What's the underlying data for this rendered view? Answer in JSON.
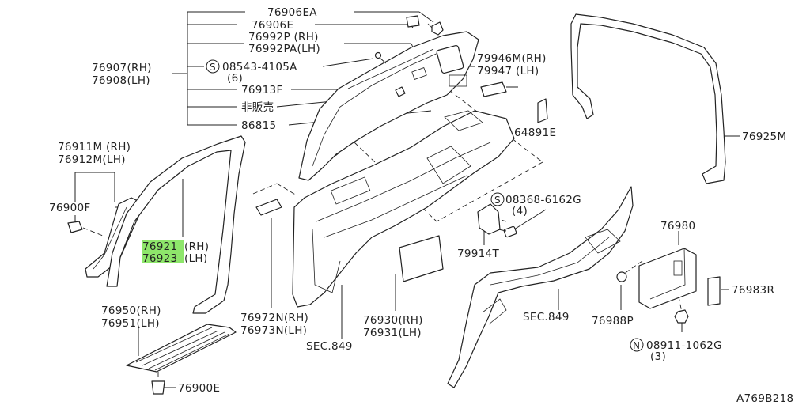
{
  "diagram": {
    "code": "A769B218",
    "callouts": {
      "p76906EA": "76906EA",
      "p76906E": "76906E",
      "p76992P": "76992P (RH)",
      "p76992PA": "76992PA(LH)",
      "s08543": "08543-4105A",
      "s08543_qty": "(6)",
      "p76907": "76907(RH)",
      "p76908": "76908(LH)",
      "p76913F": "76913F",
      "hihanbai": "非販売",
      "p86815": "86815",
      "p79946M": "79946M(RH)",
      "p79947": "79947 (LH)",
      "p64891E": "64891E",
      "p76925M": "76925M",
      "p76911M": "76911M (RH)",
      "p76912M": "76912M(LH)",
      "p76900F": "76900F",
      "p76921_num": "76921",
      "p76921_side": "(RH)",
      "p76923_num": "76923",
      "p76923_side": "(LH)",
      "s08368": "08368-6162G",
      "s08368_qty": "(4)",
      "p79914T": "79914T",
      "p76980": "76980",
      "p76983R": "76983R",
      "p76950": "76950(RH)",
      "p76951": "76951(LH)",
      "p76972N": "76972N(RH)",
      "p76973N": "76973N(LH)",
      "p76930": "76930(RH)",
      "p76931": "76931(LH)",
      "sec849_a": "SEC.849",
      "sec849_b": "SEC.849",
      "p76988P": "76988P",
      "n08911": "08911-1062G",
      "n08911_qty": "(3)",
      "p76900E": "76900E",
      "s_symbol": "S",
      "n_symbol": "N"
    },
    "highlight_color": "#8ee66b",
    "line_color": "#222222"
  }
}
